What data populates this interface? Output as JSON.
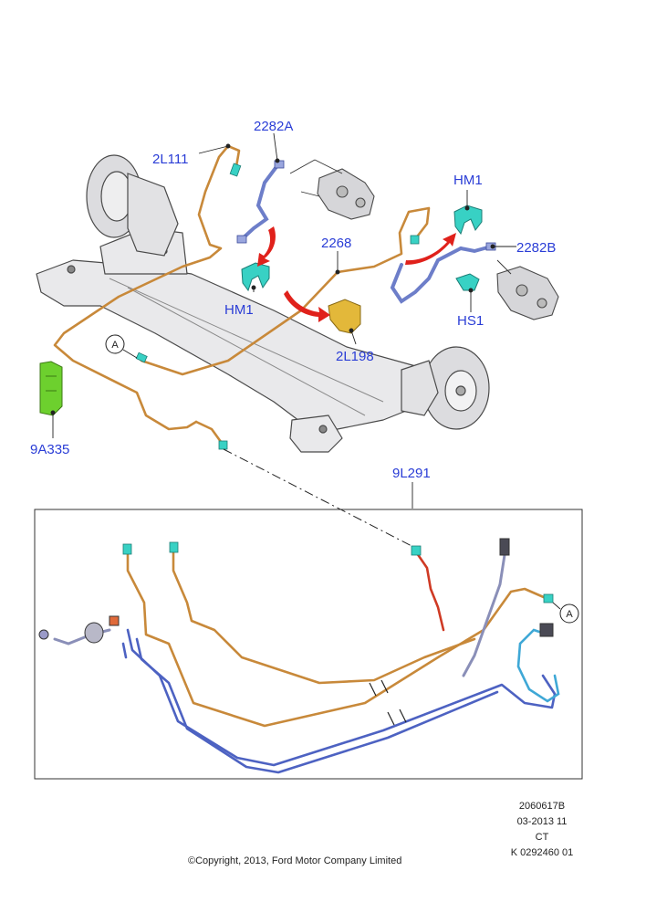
{
  "callouts": {
    "c_2l111": "2L111",
    "c_2282a": "2282A",
    "c_hm1_left": "HM1",
    "c_2268": "2268",
    "c_2l198": "2L198",
    "c_hm1_right": "HM1",
    "c_2282b": "2282B",
    "c_hs1": "HS1",
    "c_9a335": "9A335",
    "c_9l291": "9L291"
  },
  "markers": {
    "upper_a": "A",
    "lower_a": "A"
  },
  "footer": {
    "drawing_number": "2060617B",
    "date_code": "03-2013 11",
    "region": "CT",
    "catalog_ref": "K 0292460 01",
    "copyright": "©Copyright, 2013, Ford Motor Company Limited"
  },
  "colors": {
    "label_blue": "#2a3dd6",
    "steel_pipe_orange": "#c8893a",
    "hose_blue": "#6d7ec9",
    "bracket_cyan": "#38d1c4",
    "clip_green": "#6dd02e",
    "bracket_yellow": "#e3b83a",
    "arrow_red": "#e0211b"
  }
}
